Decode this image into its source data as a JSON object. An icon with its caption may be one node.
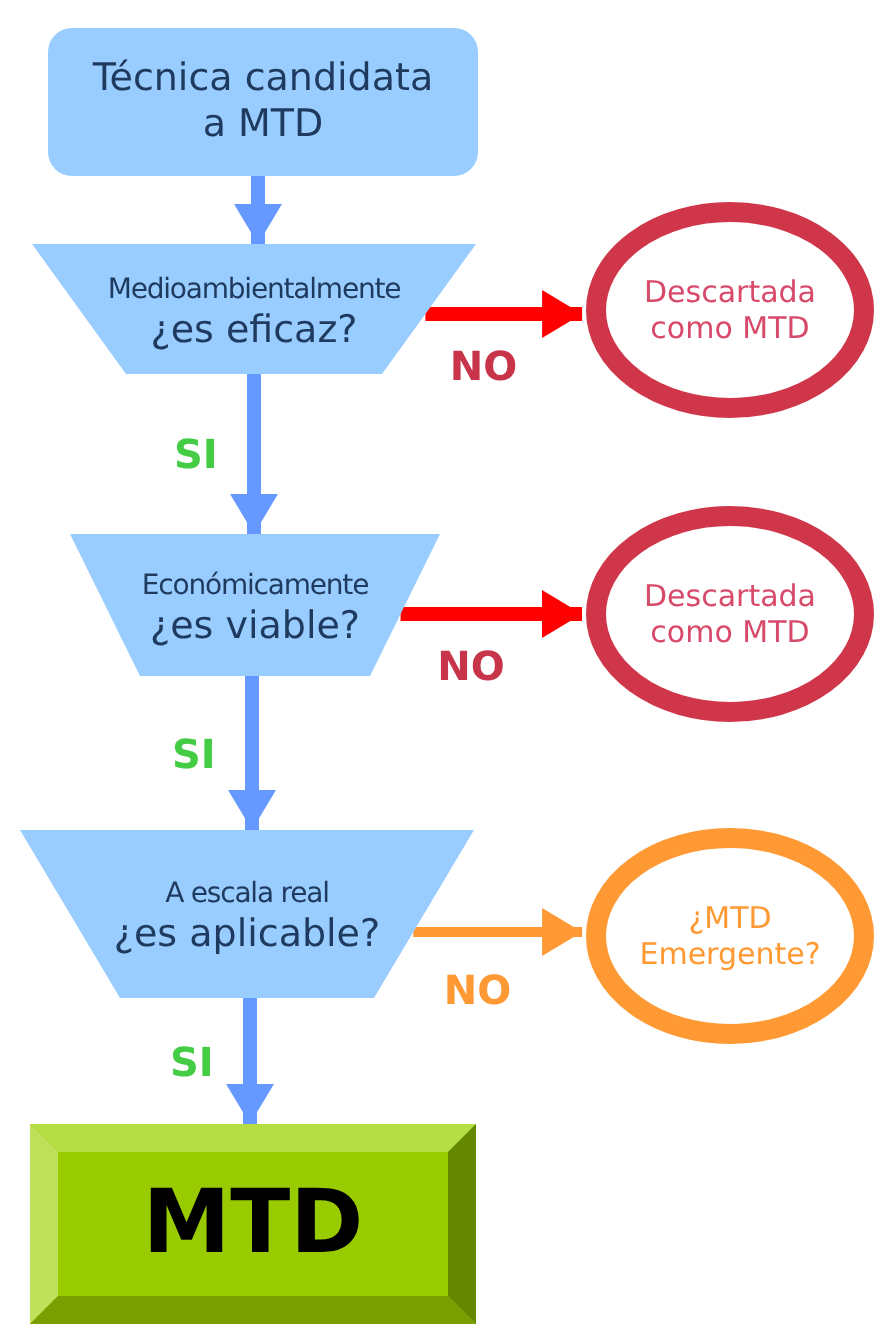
{
  "diagram": {
    "nodes": [
      {
        "text": [
          "Técnica candidata a MTD"
        ]
      },
      {
        "text": [
          "Medioambientalmente",
          "¿es eficaz?"
        ]
      },
      {
        "text": [
          "Descartada como MTD"
        ]
      },
      {
        "text": [
          "Económicamente",
          "¿es viable?"
        ]
      },
      {
        "text": [
          "Descartada como MTD"
        ]
      },
      {
        "text": [
          "A escala real",
          "¿es aplicable?"
        ]
      },
      {
        "text": [
          "¿MTD Emergente?"
        ]
      },
      {
        "text": [
          "MTD"
        ]
      }
    ],
    "edges": [
      {
        "from": 0,
        "to": 1,
        "arrow": "to"
      },
      {
        "from": 1,
        "to": 2,
        "arrow": "to",
        "label": "NO",
        "color": "#ff0000"
      },
      {
        "from": 1,
        "to": 3,
        "arrow": "to",
        "label": "SI"
      },
      {
        "from": 3,
        "to": 4,
        "arrow": "to",
        "label": "NO",
        "color": "#ff0000"
      },
      {
        "from": 3,
        "to": 5,
        "arrow": "to",
        "label": "SI"
      },
      {
        "from": 5,
        "to": 6,
        "arrow": "to",
        "label": "NO",
        "color": "#ff9933"
      },
      {
        "from": 5,
        "to": 7,
        "arrow": "to",
        "label": "SI"
      }
    ]
  }
}
